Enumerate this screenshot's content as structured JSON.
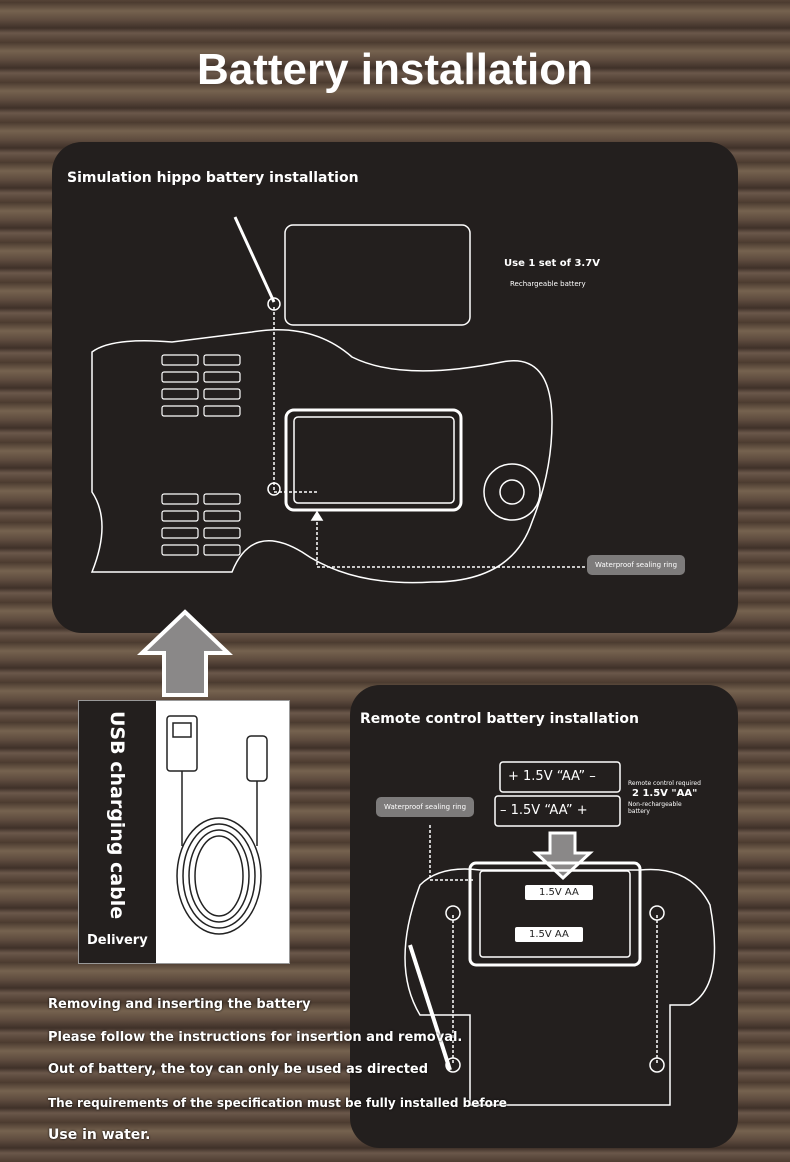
{
  "title": "Battery installation",
  "hippo_panel": {
    "heading": "Simulation hippo battery installation",
    "battery_spec": "Use 1 set of 3.7V",
    "battery_type": "Rechargeable battery",
    "seal_label": "Waterproof sealing ring"
  },
  "usb_panel": {
    "title": "USB charging cable",
    "delivery": "Delivery"
  },
  "remote_panel": {
    "heading": "Remote control battery installation",
    "seal_label": "Waterproof sealing ring",
    "battery_top": "+ 1.5V  “AA” –",
    "battery_bottom": "– 1.5V  “AA” +",
    "req_line1": "Remote control required",
    "req_line2": "2 1.5V \"AA\"",
    "req_line3": "Non-rechargeable battery",
    "slot1": "1.5V AA",
    "slot2": "1.5V AA"
  },
  "instructions": [
    "Removing and inserting the battery",
    "Please follow the instructions for insertion and removal.",
    "Out of battery, the toy can only be used as directed",
    "The requirements of the specification must be fully installed before",
    "Use in water."
  ]
}
